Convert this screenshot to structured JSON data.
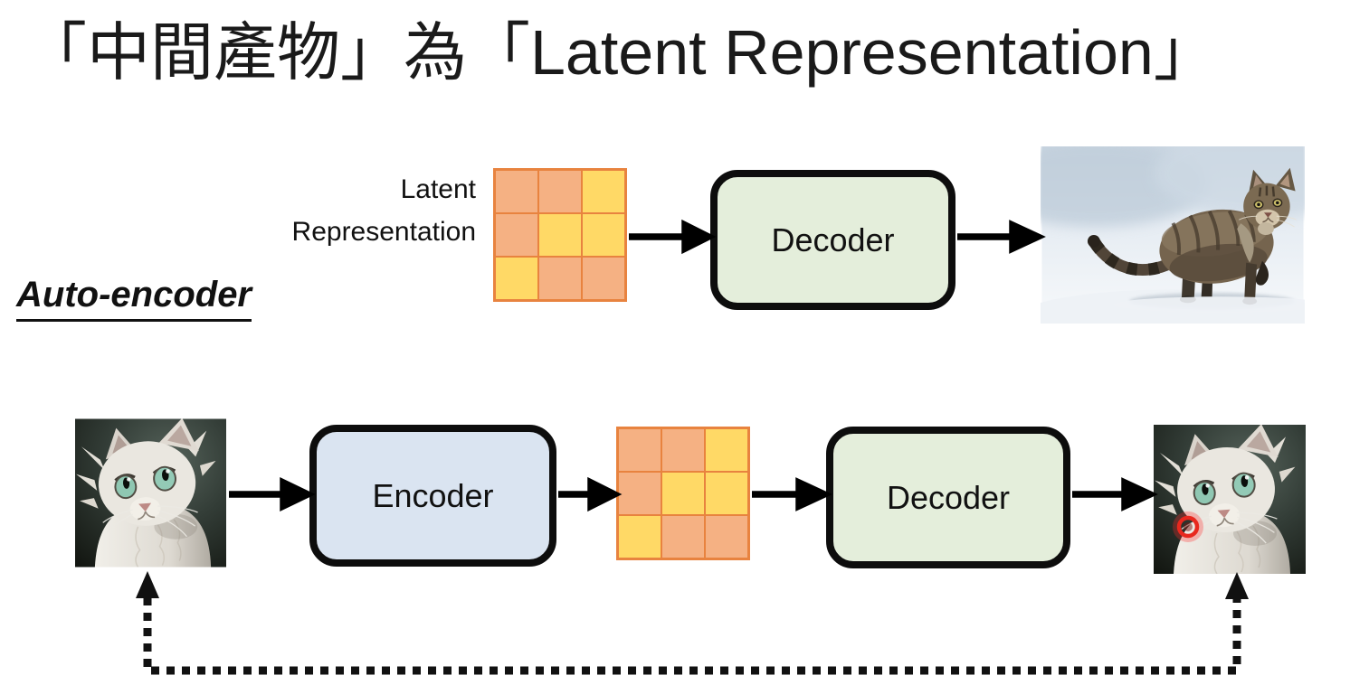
{
  "title": "「中間產物」為「Latent Representation」",
  "section_label": "Auto-encoder",
  "latent_label": {
    "line1": "Latent",
    "line2": "Representation"
  },
  "boxes": {
    "top_decoder": "Decoder",
    "encoder": "Encoder",
    "bottom_decoder": "Decoder"
  },
  "latent_grid": {
    "rows": 3,
    "cols": 3,
    "cells": [
      [
        "orange",
        "orange",
        "yellow"
      ],
      [
        "orange",
        "yellow",
        "yellow"
      ],
      [
        "yellow",
        "orange",
        "orange"
      ]
    ]
  },
  "colors": {
    "grid_orange": "#F5B183",
    "grid_yellow": "#FFD966",
    "grid_border": "#E8833F",
    "encoder_fill": "#DAE4F1",
    "decoder_fill": "#E4EEDB",
    "box_border": "#0D0D0D",
    "arrow": "#000000",
    "dotted_arrow": "#111111",
    "difference_marker": "#E8281E",
    "title_color": "#1A1A1A"
  },
  "images": {
    "decoded_cat": "tabby cat standing in snow",
    "input_cat": "white long-haired cat looking up",
    "reconstructed_cat": "white long-haired cat looking up, red circle marking a difference"
  }
}
